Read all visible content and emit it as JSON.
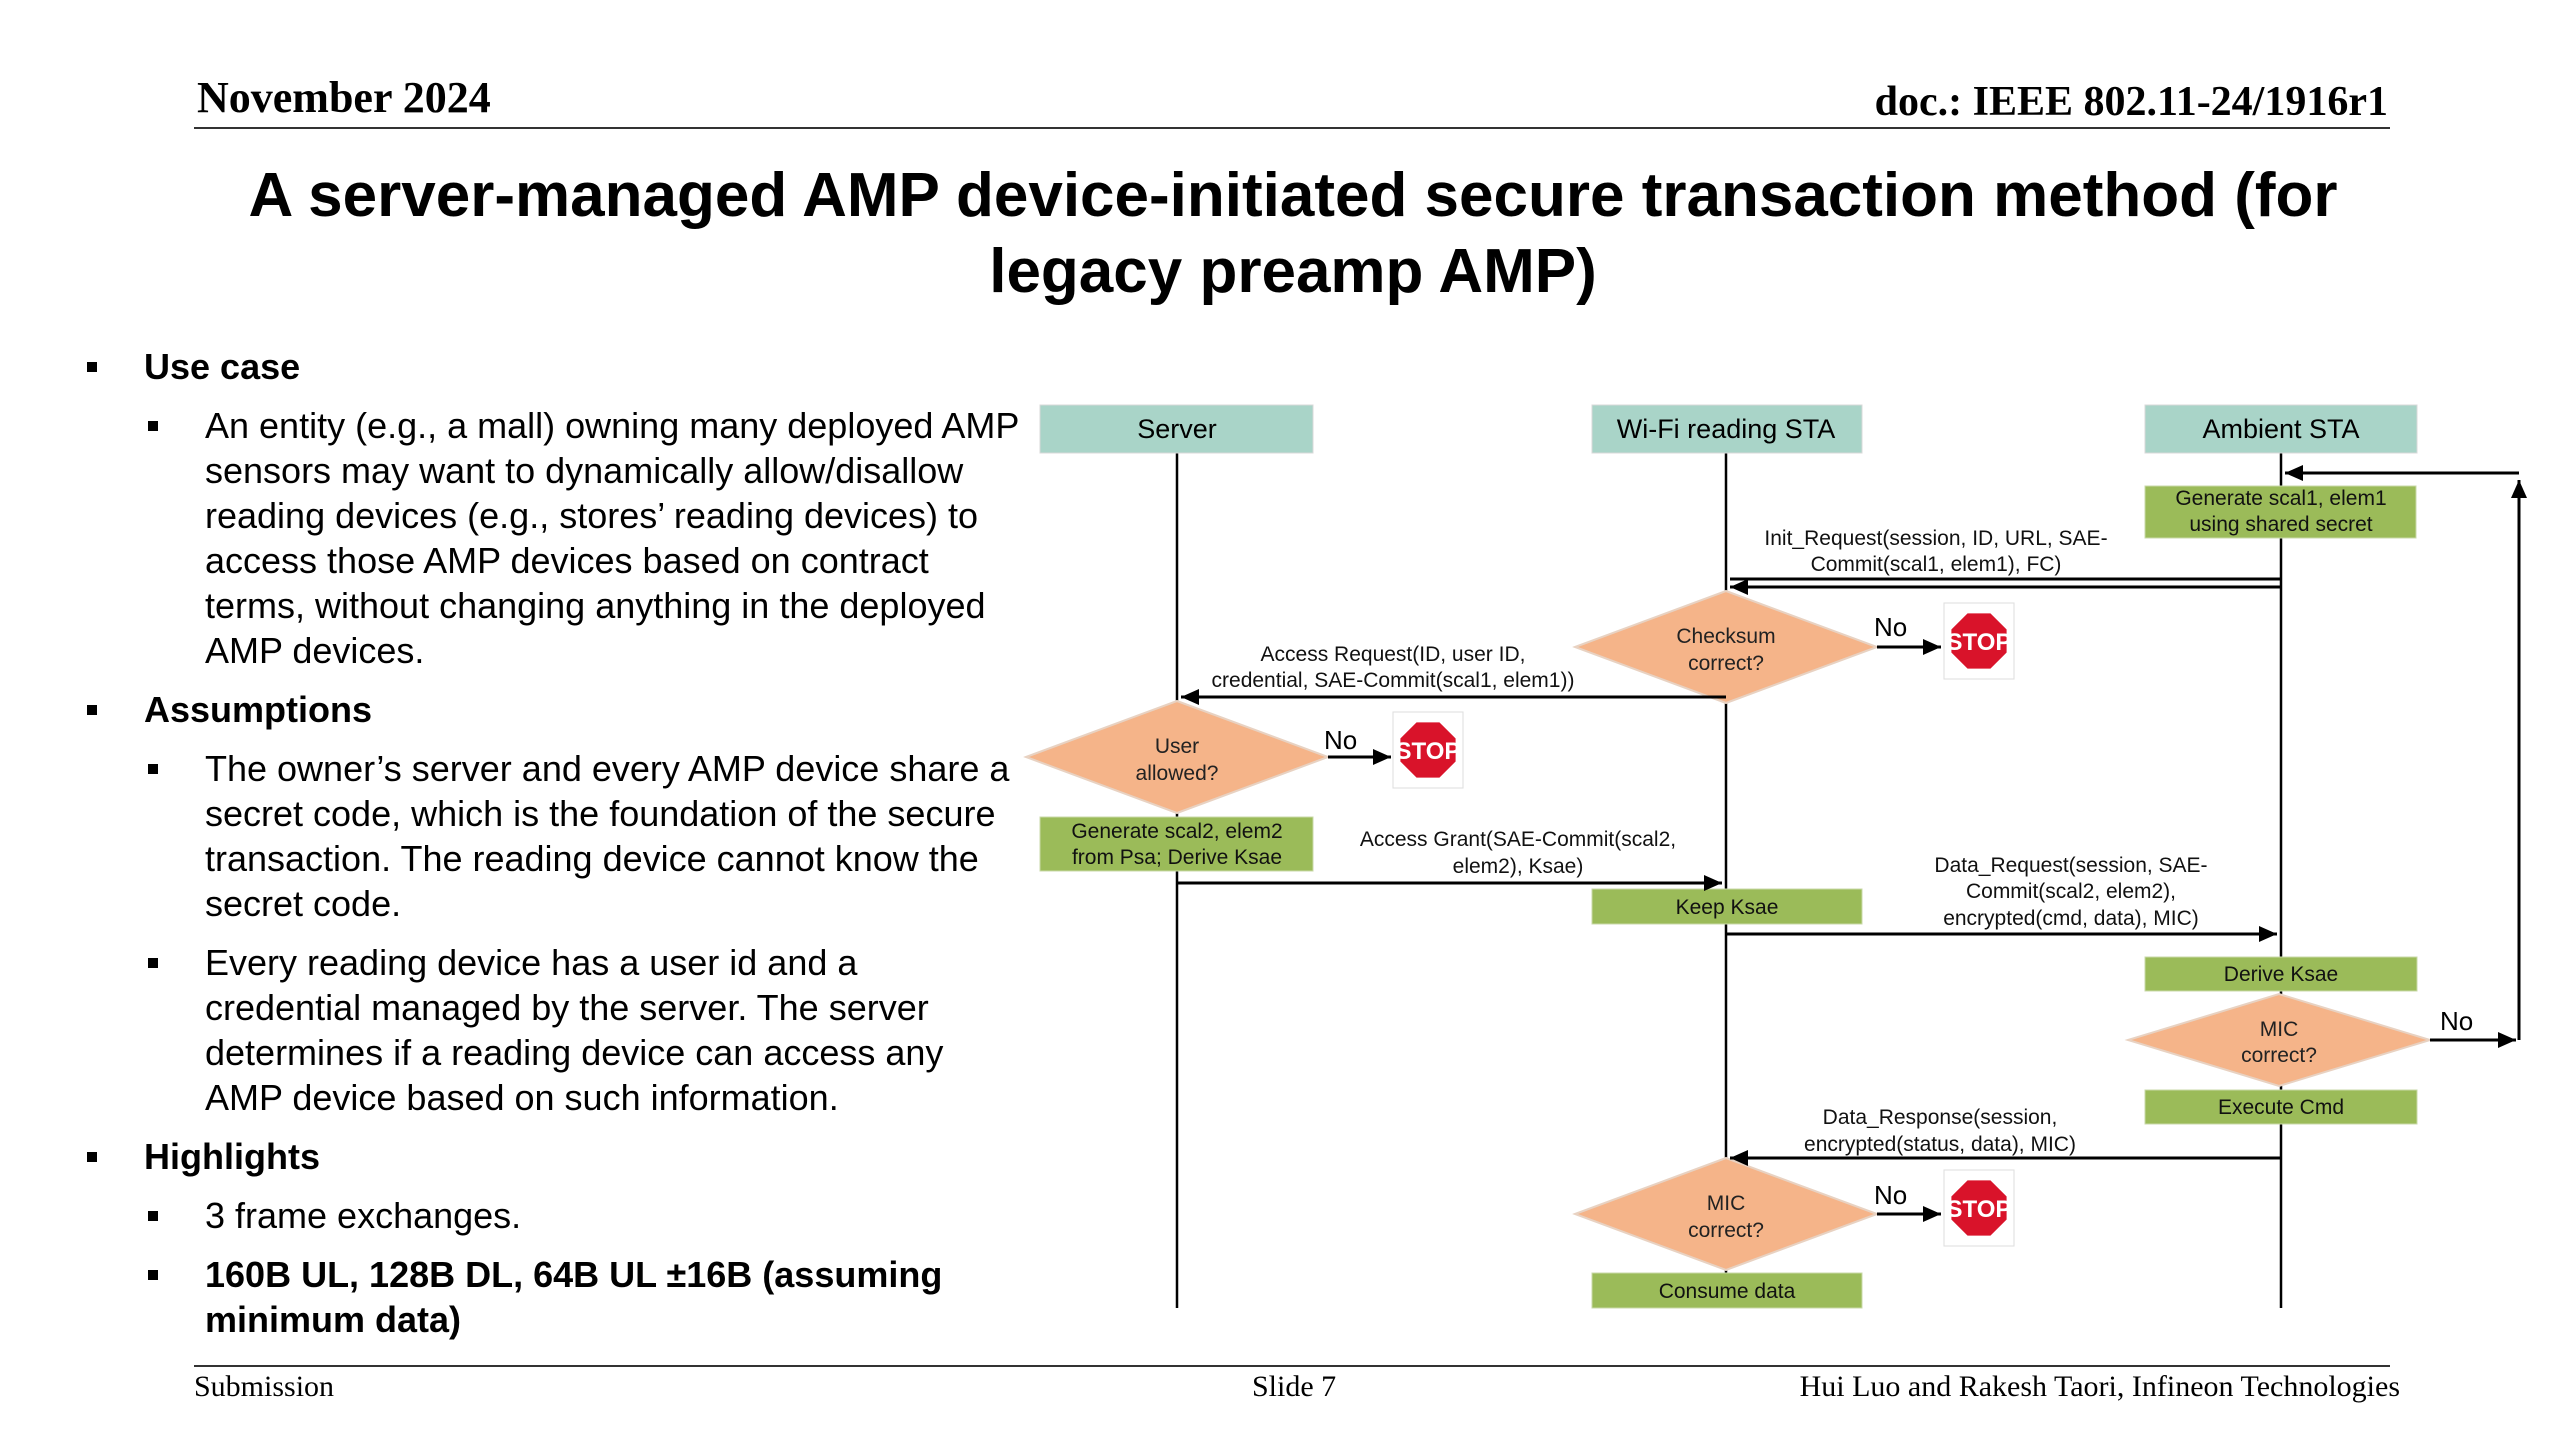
{
  "header": {
    "date": "November 2024",
    "doc": "doc.: IEEE 802.11-24/1916r1"
  },
  "title": "A server-managed AMP device-initiated secure transaction method (for legacy preamp AMP)",
  "bullets": {
    "use_case": "Use case",
    "use_case_text": "An entity (e.g., a mall) owning many deployed AMP sensors may want to dynamically allow/disallow reading devices (e.g., stores’ reading devices) to access those AMP devices based on contract terms, without changing anything in the deployed AMP devices.",
    "assumptions": "Assumptions",
    "assumption_1": "The owner’s server and every AMP device share a secret code, which is the foundation of the secure transaction. The reading device cannot know the secret code.",
    "assumption_2": "Every reading device has a user id and a credential managed by the server. The server determines if a reading device can access any AMP device based on such information.",
    "highlights": "Highlights",
    "highlight_1": "3 frame exchanges.",
    "highlight_2": "160B UL, 128B DL, 64B UL ±16B (assuming minimum data)"
  },
  "diagram": {
    "colors": {
      "lifeline_header": "#a9d4c8",
      "action": "#9bbb59",
      "decision": "#f5b489",
      "stop": "#d9132a"
    },
    "actors": {
      "server": "Server",
      "wifi": "Wi-Fi reading STA",
      "ambient": "Ambient STA"
    },
    "actions": {
      "gen1_a": "Generate  scal1, elem1",
      "gen1_b": "using shared secret",
      "gen2_a": "Generate  scal2, elem2",
      "gen2_b": "from Psa; Derive Ksae",
      "keep": "Keep Ksae",
      "derive": "Derive Ksae",
      "execute": "Execute Cmd",
      "consume": "Consume data"
    },
    "decisions": {
      "checksum_a": "Checksum",
      "checksum_b": "correct?",
      "user_a": "User",
      "user_b": "allowed?",
      "mic_a": "MIC",
      "mic_b": "correct?"
    },
    "messages": {
      "init_a": "Init_Request(session,  ID, URL, SAE-",
      "init_b": "Commit(scal1, elem1), FC)",
      "access_req_a": "Access Request(ID, user ID,",
      "access_req_b": "credential, SAE-Commit(scal1, elem1))",
      "grant_a": "Access Grant(SAE-Commit(scal2,",
      "grant_b": "elem2), Ksae)",
      "data_req_a": "Data_Request(session,  SAE-",
      "data_req_b": "Commit(scal2, elem2),",
      "data_req_c": "encrypted(cmd, data), MIC)",
      "data_resp_a": "Data_Response(session,",
      "data_resp_b": "encrypted(status, data), MIC)"
    },
    "no_label": "No",
    "stop_label": "STOP"
  },
  "footer": {
    "left": "Submission",
    "center": "Slide 7",
    "right": "Hui Luo and Rakesh Taori, Infineon Technologies"
  }
}
